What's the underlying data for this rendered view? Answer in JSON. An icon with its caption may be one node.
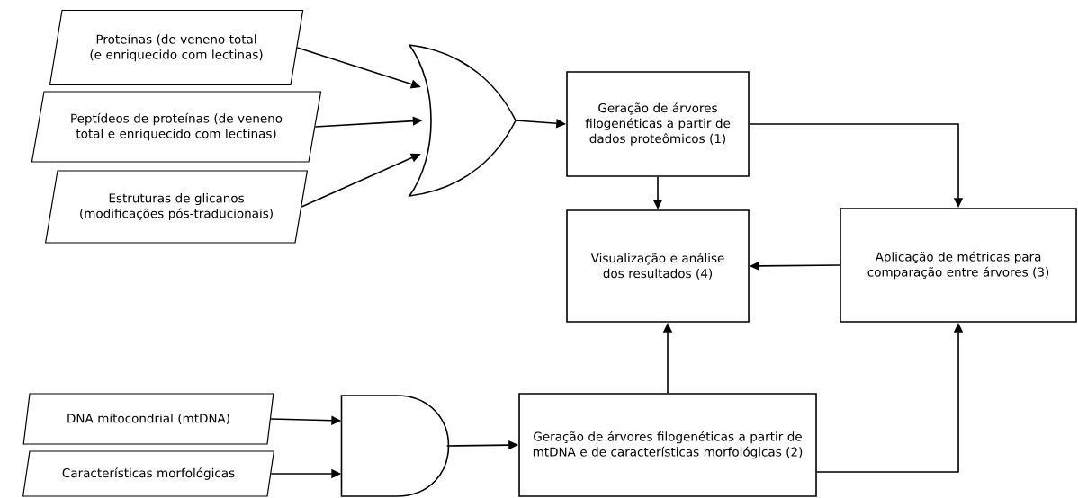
{
  "diagram": {
    "nodes": [
      {
        "text": [
          "Proteínas (de veneno total (e enriquecido com lectinas)"
        ]
      },
      {
        "text": [
          "Peptídeos de proteínas (de veneno total e enriquecido com lectinas)"
        ]
      },
      {
        "text": [
          "Estruturas de glicanos (modificações pós-traducionais)"
        ]
      },
      {
        "text": [],
        "shape": "or-gate"
      },
      {
        "text": [
          "Geração de árvores filogenéticas a partir de dados proteômicos (1)"
        ]
      },
      {
        "text": [
          "Visualização e análise dos resultados (4)"
        ]
      },
      {
        "text": [
          "Aplicação de métricas para comparação entre árvores (3)"
        ]
      },
      {
        "text": [
          "DNA mitocondrial (mtDNA)"
        ]
      },
      {
        "text": [
          "Características morfológicas"
        ]
      },
      {
        "text": [],
        "shape": "and-gate"
      },
      {
        "text": [
          "Geração de árvores filogenéticas a partir de mtDNA e de características morfológicas (2)"
        ]
      }
    ],
    "edges": [
      {
        "from": 0,
        "to": 3,
        "arrow": "to"
      },
      {
        "from": 1,
        "to": 3,
        "arrow": "to"
      },
      {
        "from": 2,
        "to": 3,
        "arrow": "to"
      },
      {
        "from": 3,
        "to": 4,
        "arrow": "to"
      },
      {
        "from": 4,
        "to": 5,
        "arrow": "to"
      },
      {
        "from": 4,
        "to": 6,
        "arrow": "to"
      },
      {
        "from": 6,
        "to": 5,
        "arrow": "to"
      },
      {
        "from": 7,
        "to": 9,
        "arrow": "to"
      },
      {
        "from": 8,
        "to": 9,
        "arrow": "to"
      },
      {
        "from": 9,
        "to": 10,
        "arrow": "to"
      },
      {
        "from": 10,
        "to": 5,
        "arrow": "to"
      },
      {
        "from": 10,
        "to": 6,
        "arrow": "to"
      }
    ]
  }
}
